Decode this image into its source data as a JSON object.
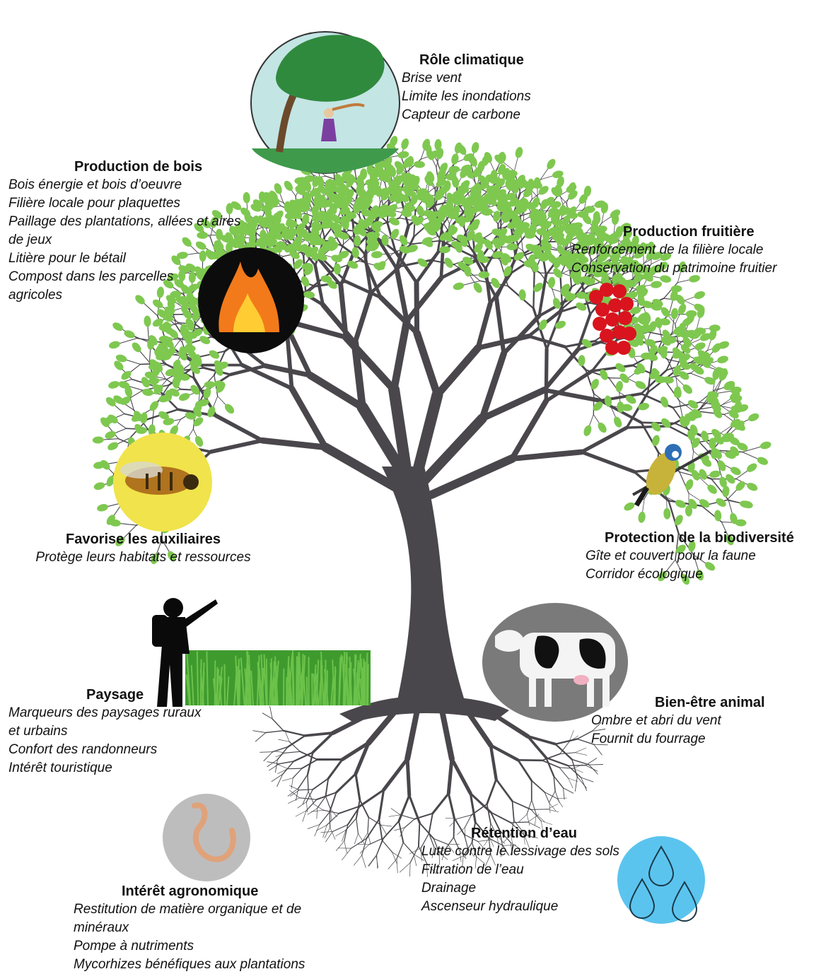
{
  "benefits": {
    "climatique": {
      "title": "Rôle climatique",
      "items": [
        "Brise vent",
        "Limite les inondations",
        "Capteur de carbone"
      ]
    },
    "bois": {
      "title": "Production de bois",
      "items": [
        "Bois énergie et bois d’oeuvre",
        "Filière locale pour plaquettes",
        "Paillage des plantations, allées et aires",
        "de jeux",
        "Litière pour le bétail",
        "Compost dans les parcelles",
        "agricoles"
      ]
    },
    "fruitiere": {
      "title": "Production fruitière",
      "items": [
        "Renforcement de la filière locale",
        "Conservation du patrimoine fruitier"
      ]
    },
    "auxiliaires": {
      "title": "Favorise les auxiliaires",
      "items": [
        "Protège leurs habitats et ressources"
      ]
    },
    "biodiversite": {
      "title": "Protection de la biodiversité",
      "items": [
        "Gîte et couvert pour la faune",
        "Corridor écologique"
      ]
    },
    "paysage": {
      "title": "Paysage",
      "items": [
        "Marqueurs des paysages ruraux",
        "et urbains",
        "Confort des randonneurs",
        "Intérêt touristique"
      ]
    },
    "animal": {
      "title": "Bien-être animal",
      "items": [
        "Ombre et abri du vent",
        "Fournit du fourrage"
      ]
    },
    "eau": {
      "title": "Rétention d’eau",
      "items": [
        "Lutte contre le lessivage des sols",
        "Filtration de l’eau",
        "Drainage",
        "Ascenseur hydraulique"
      ]
    },
    "agronomique": {
      "title": "Intérêt agronomique",
      "items": [
        "Restitution de matière organique et de",
        "minéraux",
        "Pompe à nutriments",
        "Mycorhizes bénéfiques aux plantations"
      ]
    }
  },
  "colors": {
    "trunk": "#4a474c",
    "leaf": "#7ec850",
    "water": "#5bc4ee",
    "cow_bg": "#7a7a7a",
    "bee_bg": "#f1e34b",
    "worm_bg": "#bdbdbd"
  },
  "icons": [
    "windy-tree-icon",
    "fire-icon",
    "red-currant-icon",
    "bee-icon",
    "bird-icon",
    "hiker-icon",
    "grass-icon",
    "cow-icon",
    "earthworm-icon",
    "water-drops-icon"
  ]
}
